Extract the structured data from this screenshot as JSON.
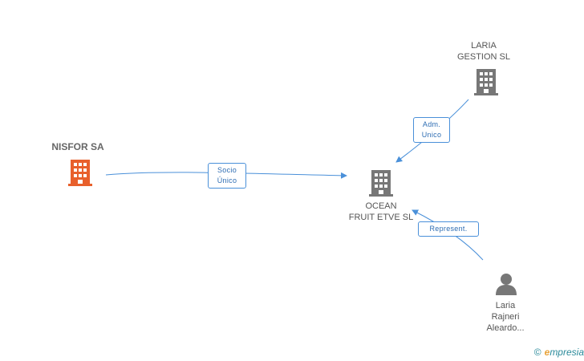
{
  "nodes": {
    "nisfor": {
      "label": "NISFOR SA",
      "type": "company",
      "color": "#e8602c"
    },
    "ocean": {
      "label": "OCEAN\nFRUIT ETVE SL",
      "type": "company",
      "color": "#777777"
    },
    "laria_gestion": {
      "label": "LARIA\nGESTION SL",
      "type": "company",
      "color": "#777777"
    },
    "laria_person": {
      "label": "Laria\nRajneri\nAleardo...",
      "type": "person",
      "color": "#777777"
    }
  },
  "edges": {
    "socio": {
      "label": "Socio\nÚnico",
      "from": "NISFOR SA",
      "to": "OCEAN FRUIT ETVE SL"
    },
    "adm": {
      "label": "Adm.\nUnico",
      "from": "LARIA GESTION SL",
      "to": "OCEAN FRUIT ETVE SL"
    },
    "represent": {
      "label": "Represent.",
      "from": "Laria Rajneri Aleardo...",
      "to": "OCEAN FRUIT ETVE SL"
    }
  },
  "colors": {
    "edge": "#4a90d9",
    "accent": "#e8602c",
    "node": "#777777"
  },
  "footer": {
    "copyright": "©",
    "brand_e": "e",
    "brand_rest": "mpresia"
  }
}
